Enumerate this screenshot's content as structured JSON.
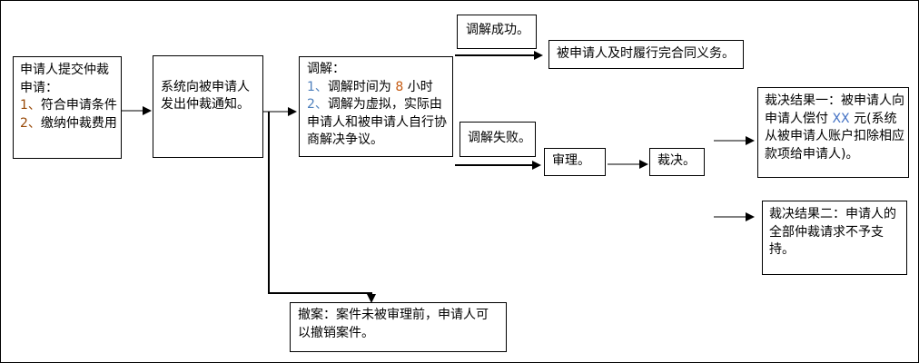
{
  "diagram": {
    "boxes": {
      "apply": {
        "line1": "申请人提交仲裁",
        "line2": "申请：",
        "num1": "1、",
        "item1": "符合申请条件",
        "num2": "2、",
        "item2": "缴纳仲裁费用"
      },
      "notify": {
        "text": "系统向被申请人\n发出仲裁通知。"
      },
      "mediation": {
        "title": "调解：",
        "num1": "1、",
        "item1_pre": "调解时间为 ",
        "item1_num": "8",
        "item1_post": " 小时",
        "num2": "2、",
        "item2": "调解为虚拟，实际由申请人和被申请人自行协商解决争议。"
      },
      "mediation_success": {
        "text": "调解成功。"
      },
      "fulfill": {
        "text": "被申请人及时履行完合同义务。"
      },
      "mediation_fail": {
        "text": "调解失败。"
      },
      "trial": {
        "text": "审理。"
      },
      "verdict": {
        "text": "裁决。"
      },
      "result1": {
        "pre": "裁决结果一：被申请人向申请人偿付 ",
        "num": "XX",
        "post": " 元(系统从被申请人账户扣除相应款项给申请人)。"
      },
      "result2": {
        "text": "裁决结果二：申请人的全部仲裁请求不予支持。"
      },
      "withdraw": {
        "text": "撤案：案件未被审理前，申请人可以撤销案件。"
      }
    },
    "colors": {
      "apply_numbers": "#974806",
      "mediation_numbers": "#4F81BD",
      "mediation_hours": "#C55A11",
      "amount_placeholder": "#4472C4",
      "arrow_shaft_gray": "#7f7f7f",
      "line_black": "#000000",
      "box_border": "#000000",
      "background": "#ffffff"
    }
  }
}
